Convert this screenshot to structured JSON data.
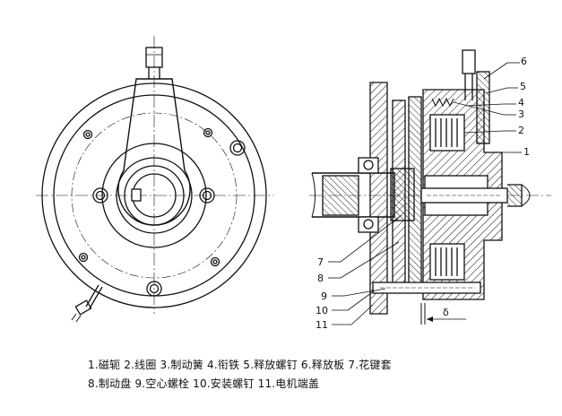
{
  "callouts": [
    {
      "id": "c6",
      "text": "6"
    },
    {
      "id": "c5",
      "text": "5"
    },
    {
      "id": "c4",
      "text": "4"
    },
    {
      "id": "c3",
      "text": "3"
    },
    {
      "id": "c2",
      "text": "2"
    },
    {
      "id": "c1",
      "text": "1"
    },
    {
      "id": "c7",
      "text": "7"
    },
    {
      "id": "c8",
      "text": "8"
    },
    {
      "id": "c9",
      "text": "9"
    },
    {
      "id": "c10",
      "text": "10"
    },
    {
      "id": "c11",
      "text": "11"
    }
  ],
  "gap_label": "δ",
  "caption": {
    "line1": "1.磁轭 2.线圈 3.制动簧 4.衔铁 5.释放螺钉 6.释放板 7.花键套",
    "line2": "8.制动盘 9.空心螺栓 10.安装螺钉 11.电机端盖"
  },
  "colors": {
    "ink": "#111111",
    "paper": "#ffffff"
  }
}
